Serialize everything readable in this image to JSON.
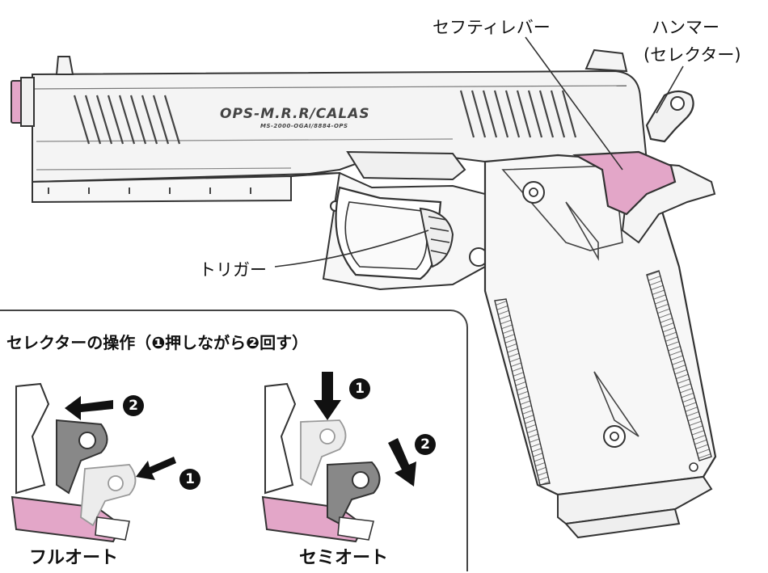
{
  "callouts": {
    "safety_lever": "セフティレバー",
    "hammer_line1": "ハンマー",
    "hammer_line2": "(セレクター)",
    "trigger": "トリガー"
  },
  "slide_engraving": {
    "main": "OPS-M.R.R/CALAS",
    "sub": "MS-2000-OGAI/8884-OPS"
  },
  "selector_panel": {
    "title": "セレクターの操作（❶押しながら❷回す）",
    "full_auto": {
      "label": "フルオート",
      "step1": "1",
      "step2": "2"
    },
    "semi_auto": {
      "label": "セミオート",
      "step1": "1",
      "step2": "2"
    }
  },
  "colors": {
    "accent_pink": "#e3a6c8",
    "outline": "#333333",
    "hatch": "#666666"
  }
}
